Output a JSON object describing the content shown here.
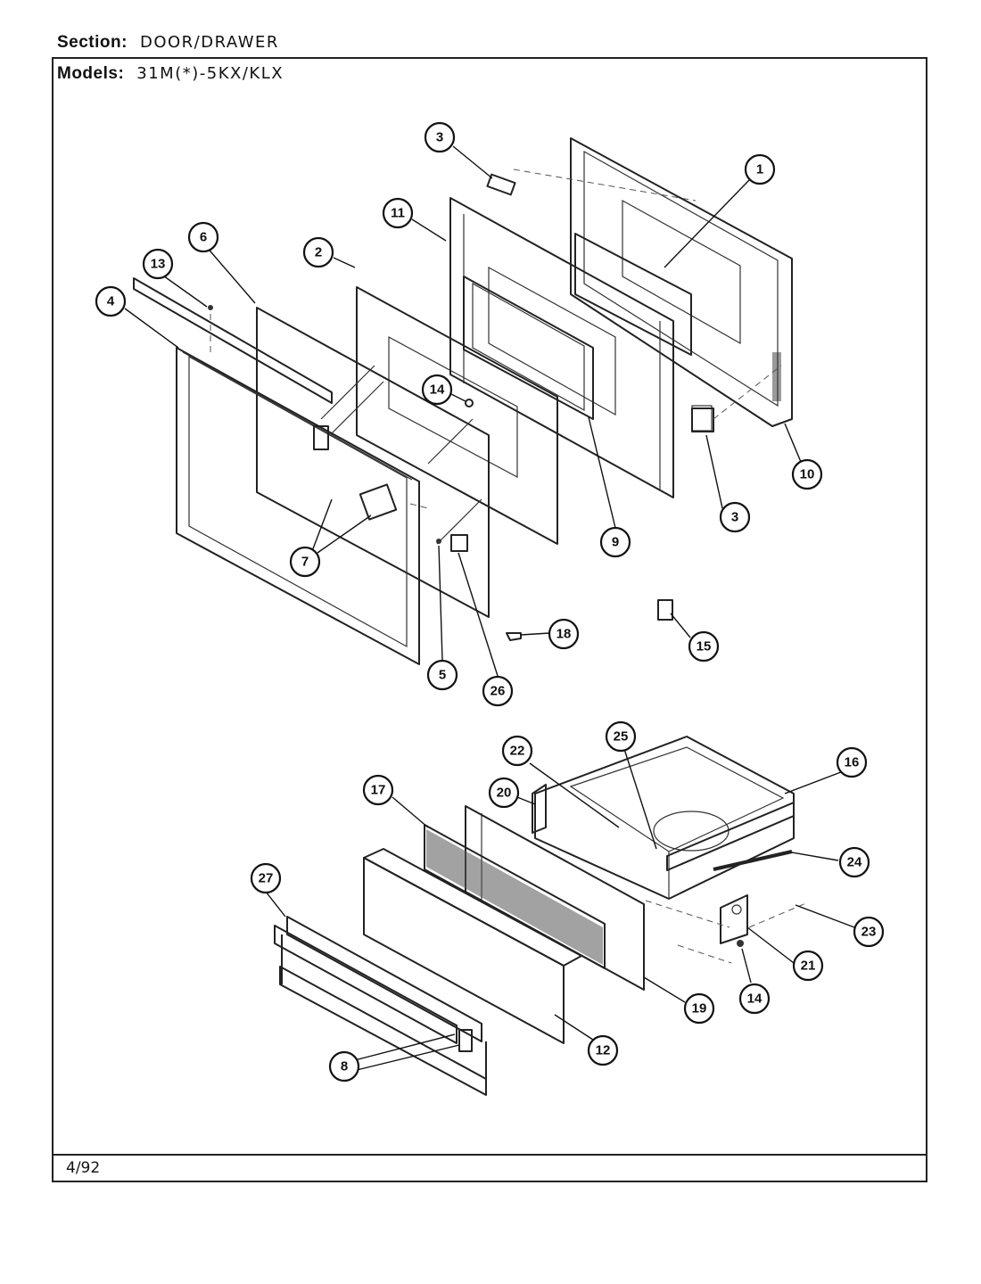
{
  "header": {
    "section_label": "Section:",
    "section_value": "DOOR/DRAWER",
    "models_label": "Models:",
    "models_value": "31M(*)-5KX/KLX"
  },
  "footer": {
    "date": "4/92"
  },
  "callouts": [
    "1",
    "2",
    "3",
    "3",
    "4",
    "5",
    "6",
    "7",
    "8",
    "9",
    "10",
    "11",
    "12",
    "13",
    "14",
    "14",
    "15",
    "16",
    "17",
    "18",
    "19",
    "20",
    "21",
    "22",
    "23",
    "24",
    "25",
    "26",
    "27"
  ]
}
